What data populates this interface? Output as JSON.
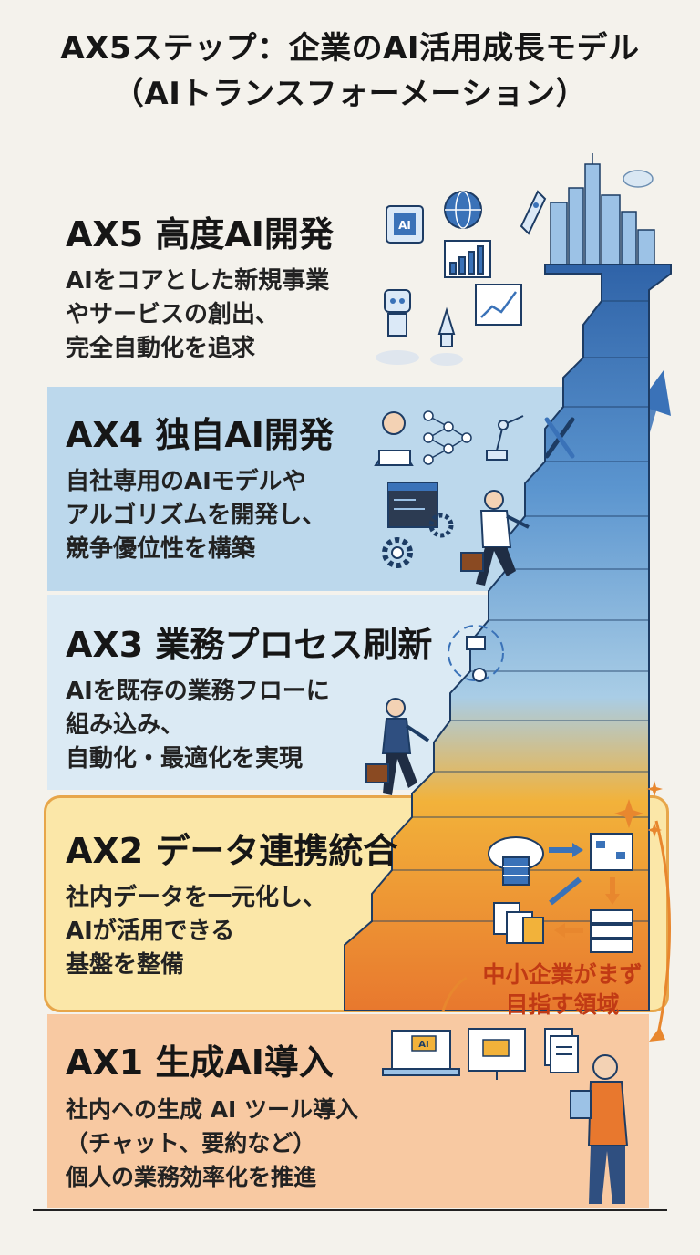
{
  "title": {
    "line1": "AX5ステップ：企業のAI活用成長モデル",
    "line2": "（AIトランスフォーメーション）"
  },
  "stages": [
    {
      "heading": "AX5 高度AI開発",
      "lines": [
        "AIをコアとした新規事業",
        "やサービスの創出、",
        "完全自動化を追求"
      ]
    },
    {
      "heading": "AX4 独自AI開発",
      "lines": [
        "自社専用のAIモデルや",
        "アルゴリズムを開発し、",
        "競争優位性を構築"
      ]
    },
    {
      "heading": "AX3 業務プロセス刷新",
      "lines": [
        "AIを既存の業務フローに",
        "組み込み、",
        "自動化・最適化を実現"
      ]
    },
    {
      "heading": "AX2 データ連携統合",
      "lines": [
        "社内データを一元化し、",
        "AIが活用できる",
        "基盤を整備"
      ]
    },
    {
      "heading": "AX1 生成AI導入",
      "lines": [
        "社内への生成 AI ツール導入",
        "（チャット、要約など）",
        "個人の業務効率化を推進"
      ]
    }
  ],
  "callout": {
    "line1": "中小企業がまず",
    "line2": "目指す領域"
  },
  "icon_labels": {
    "chip": "AI",
    "chat": "AI"
  },
  "colors": {
    "ax5_band": "#f4f2ec",
    "ax4_band": "#bcd8ec",
    "ax3_band": "#dbeaf4",
    "ax2_band": "#fbe7a8",
    "ax1_band": "#f8c9a2",
    "stairs_top": "#2f63a8",
    "stairs_bottom": "#e8782e",
    "growth_arrow": "#3a72b8",
    "callout_text": "#c13a14"
  },
  "icons": [
    "ai-chip-icon",
    "globe-icon",
    "rocket-icon",
    "city-skyline-icon",
    "bar-chart-icon",
    "robot-icon",
    "engineer-laptop-icon",
    "neural-network-icon",
    "robot-arm-icon",
    "tools-icon",
    "code-window-icon",
    "gear-icon",
    "businessman-climbing-icon",
    "process-flow-icon",
    "businesswoman-climbing-icon",
    "cloud-database-icon",
    "flowchart-icon",
    "document-icon",
    "server-icon",
    "laptop-ai-chat-icon",
    "monitor-chat-icon",
    "person-tablet-icon",
    "sparkle-icon"
  ]
}
